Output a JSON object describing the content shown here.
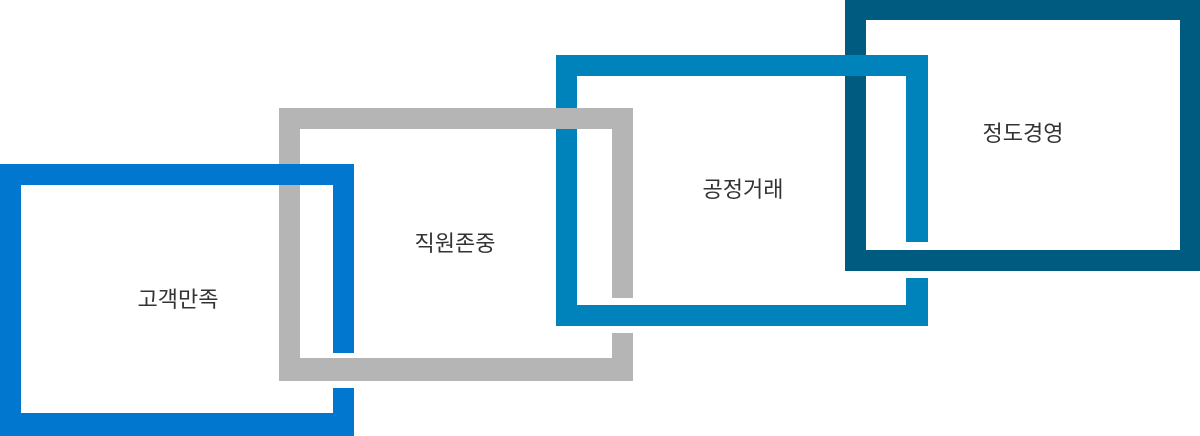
{
  "diagram": {
    "values": [
      {
        "label": "고객만족",
        "color": "#0277cf"
      },
      {
        "label": "직원존중",
        "color": "#b5b5b5"
      },
      {
        "label": "공정거래",
        "color": "#0082ba"
      },
      {
        "label": "정도경영",
        "color": "#005b80"
      }
    ]
  }
}
